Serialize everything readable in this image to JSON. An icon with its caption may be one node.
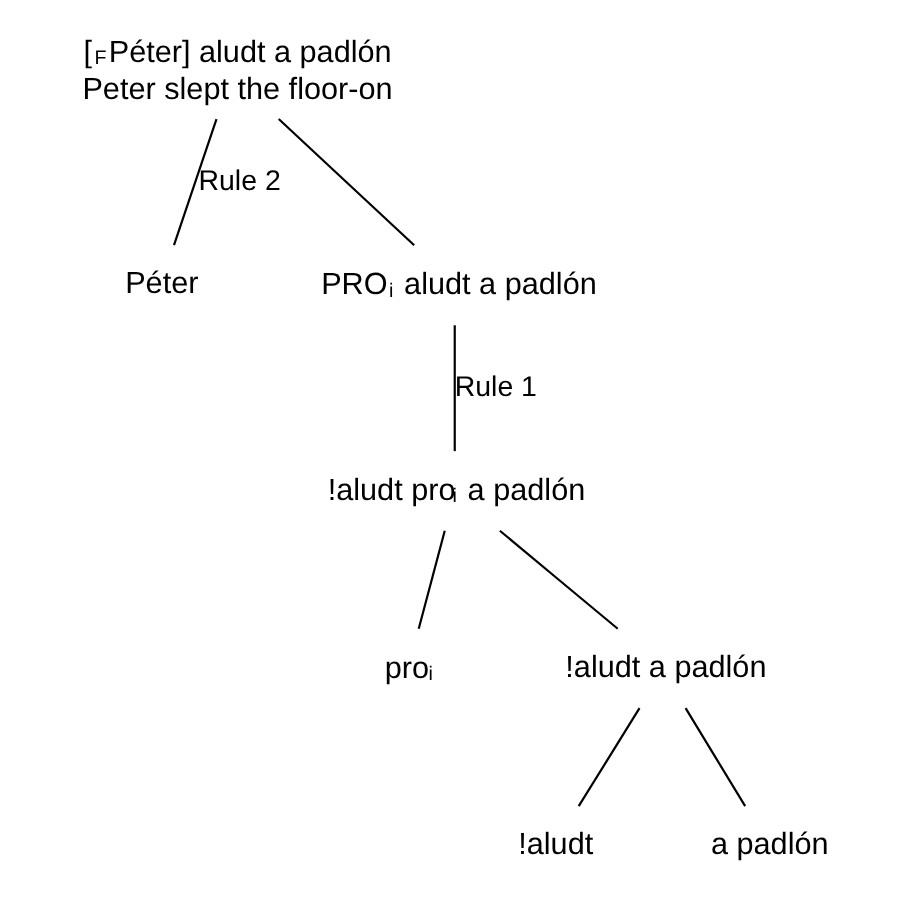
{
  "diagram": {
    "nodes": [
      {
        "text": [
          "[$_{F}$Péter] aludt a padlón",
          "Peter slept the floor-on"
        ]
      },
      {
        "text": [
          "Péter"
        ]
      },
      {
        "text": [
          "PRO$_{i}$ aludt a padlón"
        ]
      },
      {
        "text": [
          "!aludt pro$_{i}$ a padlón"
        ]
      },
      {
        "text": [
          "pro$_{i}$"
        ]
      },
      {
        "text": [
          "!aludt a padlón"
        ]
      },
      {
        "text": [
          "!aludt"
        ]
      },
      {
        "text": [
          "a padlón"
        ]
      }
    ],
    "edges": [
      {
        "from": 0,
        "to": 1,
        "arrow": "none",
        "label": "Rule 2"
      },
      {
        "from": 0,
        "to": 2,
        "arrow": "none"
      },
      {
        "from": 2,
        "to": 3,
        "arrow": "none",
        "label": "Rule 1"
      },
      {
        "from": 3,
        "to": 4,
        "arrow": "none"
      },
      {
        "from": 3,
        "to": 5,
        "arrow": "none"
      },
      {
        "from": 5,
        "to": 6,
        "arrow": "none"
      },
      {
        "from": 5,
        "to": 7,
        "arrow": "none"
      }
    ]
  }
}
